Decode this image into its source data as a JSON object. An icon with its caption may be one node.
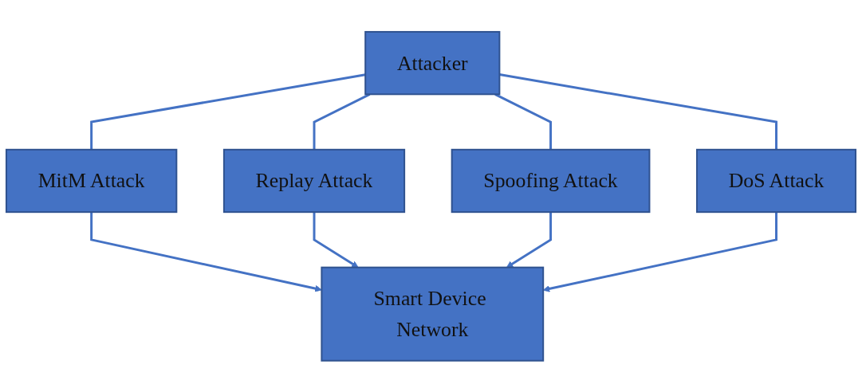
{
  "diagram": {
    "nodes": [
      {
        "text": [
          "Attacker"
        ]
      },
      {
        "text": [
          "MitM Attack"
        ]
      },
      {
        "text": [
          "Replay Attack"
        ]
      },
      {
        "text": [
          "Spoofing Attack"
        ]
      },
      {
        "text": [
          "DoS Attack"
        ]
      },
      {
        "text": [
          "Smart Device Network"
        ]
      }
    ],
    "edges": [
      {
        "from": 0,
        "to": 1,
        "arrow": "none"
      },
      {
        "from": 0,
        "to": 2,
        "arrow": "none"
      },
      {
        "from": 0,
        "to": 3,
        "arrow": "none"
      },
      {
        "from": 0,
        "to": 4,
        "arrow": "none"
      },
      {
        "from": 1,
        "to": 5,
        "arrow": "to"
      },
      {
        "from": 2,
        "to": 5,
        "arrow": "to"
      },
      {
        "from": 3,
        "to": 5,
        "arrow": "to"
      },
      {
        "from": 4,
        "to": 5,
        "arrow": "to"
      }
    ]
  }
}
